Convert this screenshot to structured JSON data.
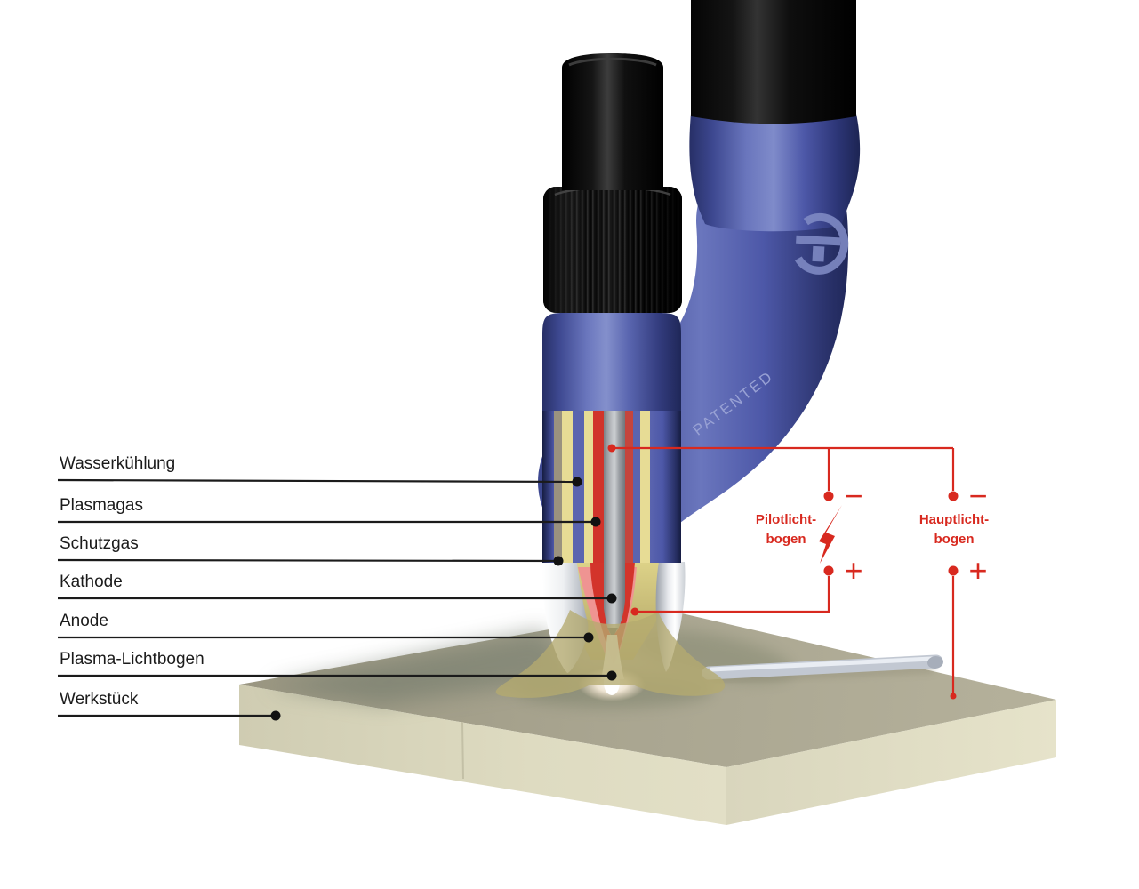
{
  "callouts": {
    "items": [
      {
        "label": "Wasserkühlung"
      },
      {
        "label": "Plasmagas"
      },
      {
        "label": "Schutzgas"
      },
      {
        "label": "Kathode"
      },
      {
        "label": "Anode"
      },
      {
        "label": "Plasma-Lichtbogen"
      },
      {
        "label": "Werkstück"
      }
    ]
  },
  "circuit": {
    "pilot_arc": {
      "line1": "Pilotlicht-",
      "line2": "bogen",
      "minus": "−",
      "plus": "+"
    },
    "main_arc": {
      "line1": "Hauptlicht-",
      "line2": "bogen",
      "minus": "−",
      "plus": "+"
    }
  },
  "torch": {
    "patented_marking": "PATENTED"
  },
  "icons": {
    "brand_logo": "stylized-P-mark",
    "lightning": "lightning-bolt",
    "pilot_minus_terminal": "minus",
    "pilot_plus_terminal": "plus",
    "main_minus_terminal": "minus",
    "main_plus_terminal": "plus"
  },
  "colors": {
    "accent_red": "#d8291f",
    "torch_blue": "#4d58a8",
    "torch_black": "#0d0d0d",
    "channel_yellow": "#e7dc95",
    "plasma_red": "#d1332a",
    "anode_pink": "#ef9492",
    "electrode_gray": "#9a9ea3",
    "nozzle_white": "#f2f3f5",
    "workpiece_top": "#a6a28c",
    "workpiece_front": "#d8d5ba",
    "workpiece_side": "#e3e0c8",
    "label_black": "#1b1b1b",
    "patented_blue": "#98a1d4"
  }
}
